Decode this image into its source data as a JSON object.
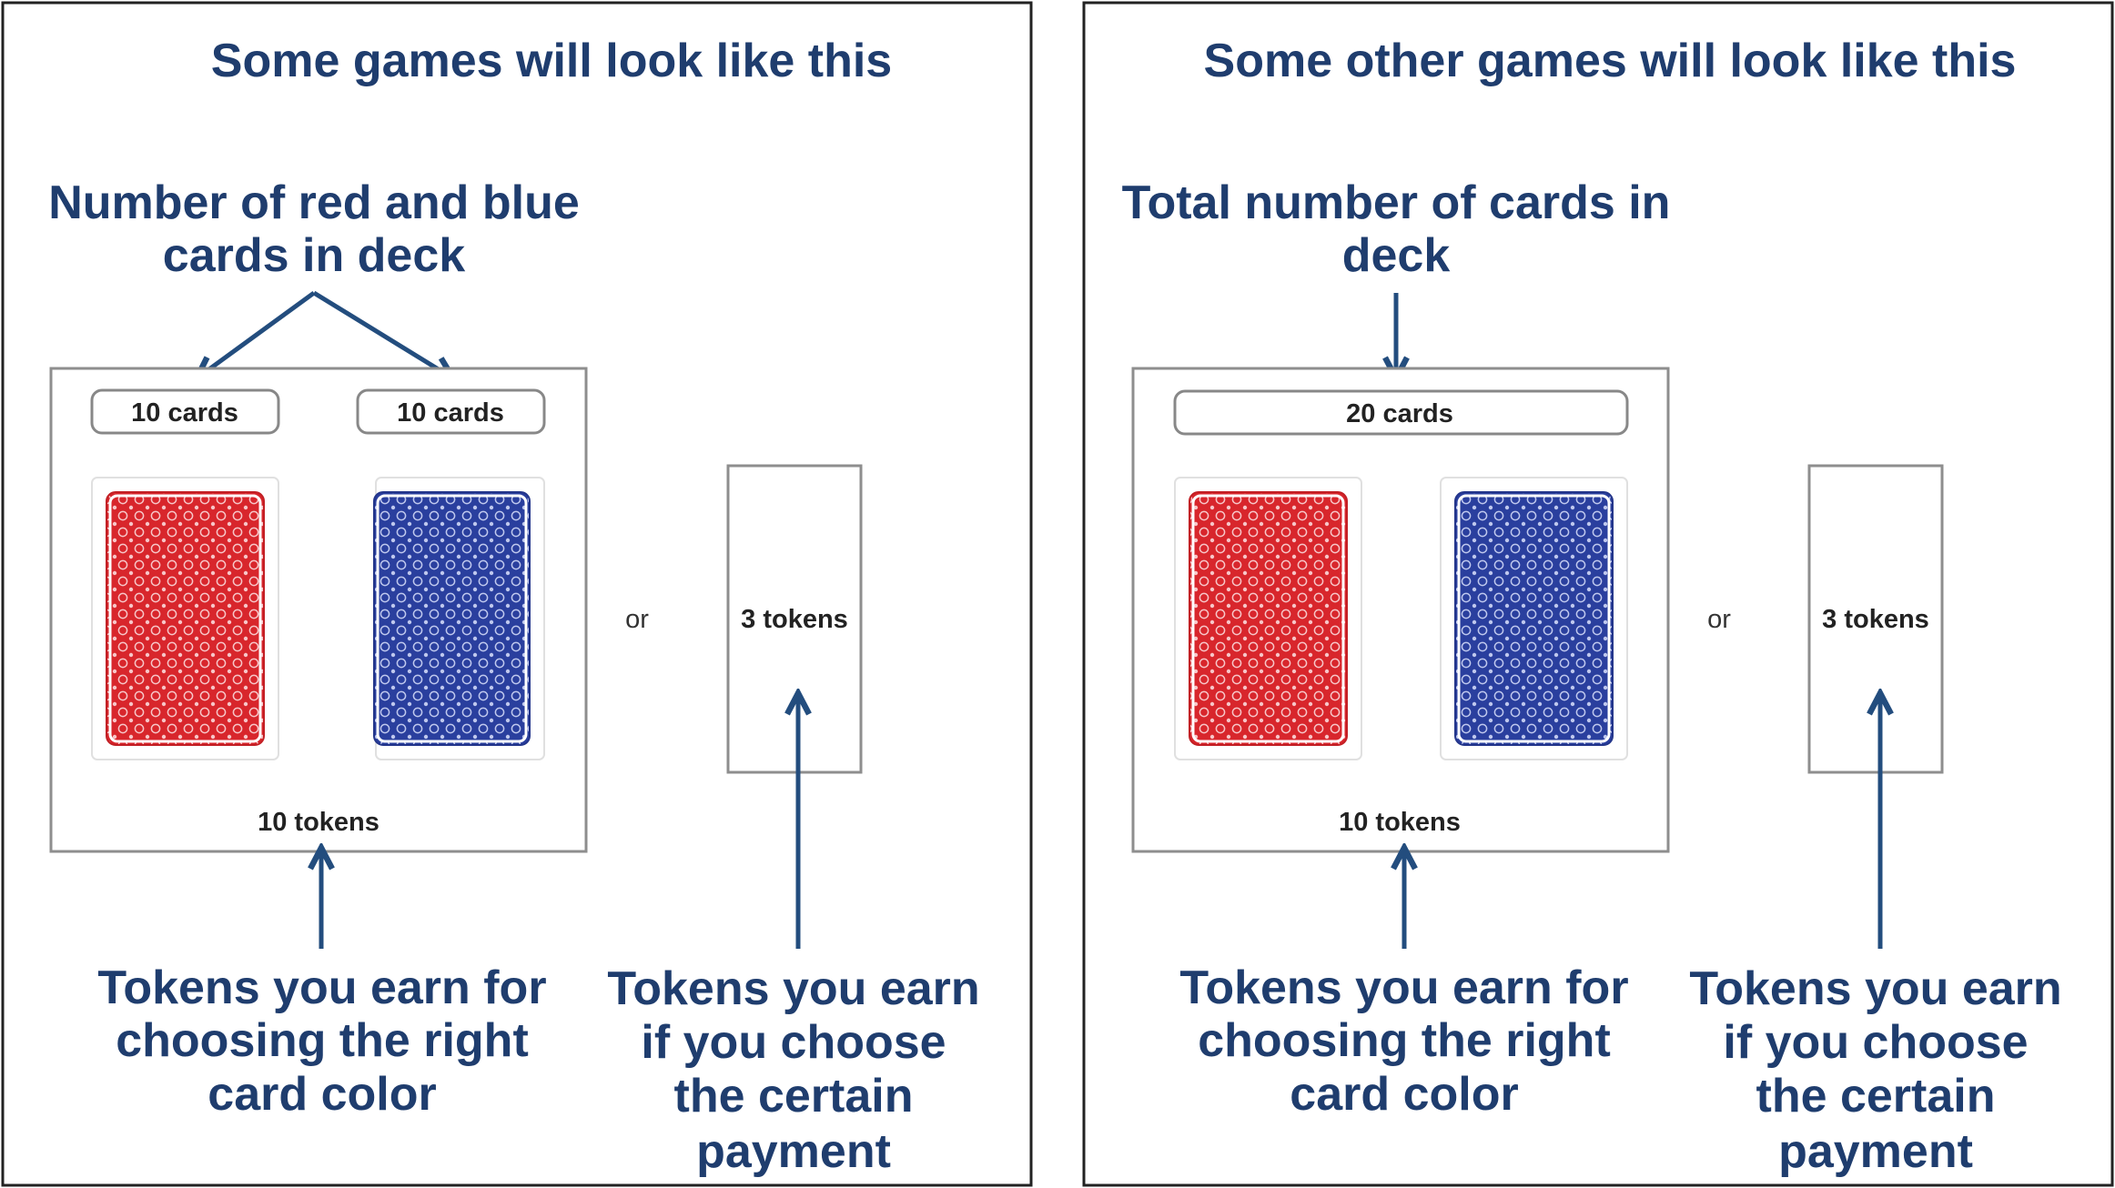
{
  "panels": [
    {
      "title": "Some games will look like this",
      "deck_label": [
        "Number of red and blue",
        "cards in deck"
      ],
      "red_count": "10 cards",
      "blue_count": "10 cards",
      "reward": "10 tokens",
      "or": "or",
      "certain": "3 tokens",
      "reward_note": [
        "Tokens you earn for",
        "choosing the right",
        "card color"
      ],
      "certain_note": [
        "Tokens you earn",
        "if you choose",
        "the certain",
        "payment"
      ]
    },
    {
      "title": "Some other games will look like this",
      "deck_label": [
        "Total number of cards in",
        "deck"
      ],
      "total_count": "20 cards",
      "reward": "10 tokens",
      "or": "or",
      "certain": "3 tokens",
      "reward_note": [
        "Tokens you earn for",
        "choosing the right",
        "card color"
      ],
      "certain_note": [
        "Tokens you earn",
        "if you choose",
        "the certain",
        "payment"
      ]
    }
  ],
  "colors": {
    "annotation": "#1f3d6e",
    "arrow": "#234d7e",
    "red_card": "#d8262c",
    "blue_card": "#2a3f9e",
    "frame": "#222222",
    "box": "#8e8e8e"
  }
}
